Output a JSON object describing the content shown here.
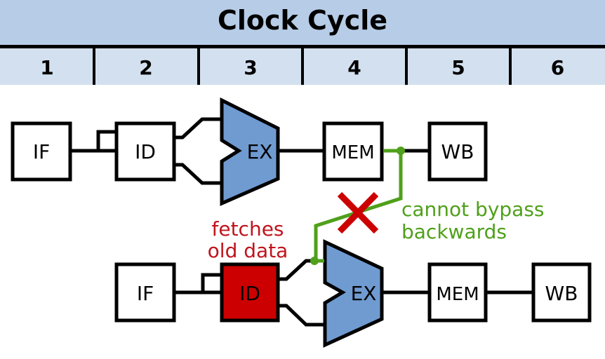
{
  "header": {
    "title": "Clock Cycle",
    "cycles": [
      "1",
      "2",
      "3",
      "4",
      "5",
      "6"
    ]
  },
  "pipeline_top": {
    "stages": [
      "IF",
      "ID",
      "EX",
      "MEM",
      "WB"
    ]
  },
  "pipeline_bottom": {
    "stages": [
      "IF",
      "ID",
      "EX",
      "MEM",
      "WB"
    ]
  },
  "annotations": {
    "stale_read": [
      "fetches",
      "old data"
    ],
    "bypass_blocked": [
      "cannot bypass",
      "backwards"
    ]
  },
  "colors": {
    "header_bg": "#b7cce6",
    "cycle_row_bg": "#d3e0ef",
    "alu_fill": "#6f9bd1",
    "hazard_red": "#cc0000",
    "bypass_green": "#4fa01a",
    "stale_text": "#c0141c"
  }
}
